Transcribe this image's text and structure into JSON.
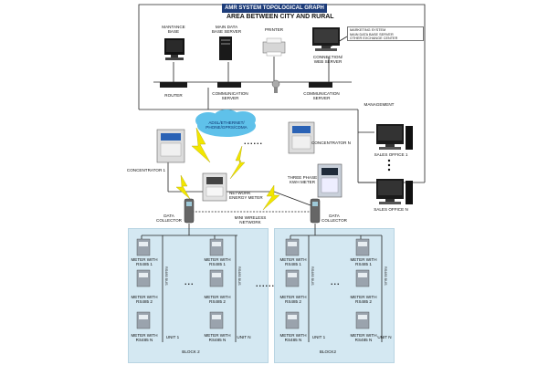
{
  "header": {
    "title": "AMR SYSTEM TOPOLOGICAL GRAPH",
    "subtitle": "AREA BETWEEN CITY AND RURAL"
  },
  "devices": {
    "maintenance_base": "MANTANCE\nBASE",
    "main_db_server": "MAIN DATA\nBASE SERVER",
    "printer": "PRINTER",
    "web_server": "CONNECTION/\nWEB SERVER",
    "management_system": "MARKETING SYSTEM\nMAIN DATA BASE SERVER\nOTHER EXCHANGE CENTER",
    "router": "ROUTER",
    "comm_server_1": "COMMUNICATION\nSERVER",
    "comm_server_2": "COMMUNICATION\nSERVER",
    "management": "MANAGEMENT",
    "cloud": "ADSL/ETHERNET/\nPHONE/GPRS/CDMA",
    "concentrator_n": "CONCENTRATOR N",
    "concentrator_1": "CONCENTRATOR 1",
    "network_energy_meter": "NETWORK\nENERGY METER",
    "three_phase_meter": "THREE PHASE\nKWH METER",
    "sales_office_1": "SALES OFFICE 1",
    "sales_office_n": "SALES OFFICE N",
    "data_collector_left": "DATA\nCOLLECTOR",
    "data_collector_right": "DATA\nCOLLECTOR",
    "mini_wireless": "MINI WIRELESS\nNETWORK"
  },
  "ellipsis": {
    "dots_top": "......",
    "dots_mid": "......",
    "dots_left": "...",
    "dots_right": "..."
  },
  "blocks": {
    "left_name": "BLOCK 2",
    "right_name": "BLOCK2",
    "bus_label": "RS485 BUS",
    "meter_1": "METER WITH\nRS485 1",
    "meter_2": "METER WITH\nRS485 2",
    "meter_n": "METER WITH\nRS485 N",
    "unit_1": "UNIT 1",
    "unit_n": "UNIT N"
  },
  "colors": {
    "title_bg": "#1e3d7a",
    "block_bg": "#d4e8f2",
    "cloud": "#5fc1ea",
    "bolt": "#f2e600",
    "line": "#222222"
  }
}
